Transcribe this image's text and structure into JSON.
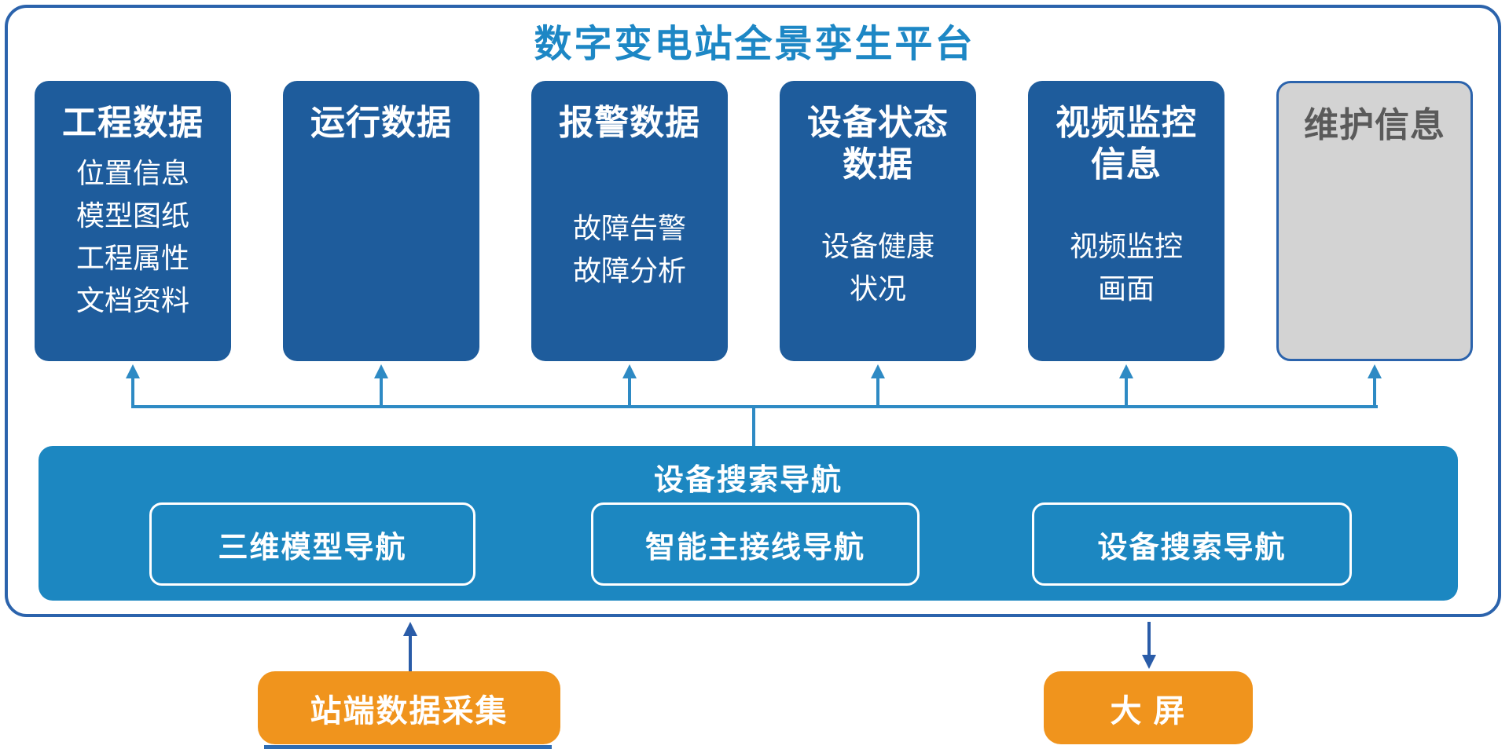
{
  "title": "数字变电站全景孪生平台",
  "cards": [
    {
      "title": "工程数据",
      "items": [
        "位置信息",
        "模型图纸",
        "工程属性",
        "文档资料"
      ]
    },
    {
      "title": "运行数据",
      "items": []
    },
    {
      "title": "报警数据",
      "items": [
        "故障告警",
        "故障分析"
      ]
    },
    {
      "title": "设备状态\n数据",
      "items": [
        "设备健康\n状况"
      ]
    },
    {
      "title": "视频监控\n信息",
      "items": [
        "视频监控\n画面"
      ]
    },
    {
      "title": "维护信息",
      "items": [],
      "state": "disabled"
    }
  ],
  "nav_bar": {
    "title": "设备搜索导航",
    "buttons": [
      "三维模型导航",
      "智能主接线导航",
      "设备搜索导航"
    ]
  },
  "bottom": {
    "source_box": "站端数据采集",
    "screen_box": "大  屏"
  },
  "colors": {
    "card_blue": "#1e5c9c",
    "nav_teal": "#1c87c1",
    "orange": "#f0941d",
    "title_blue": "#1d87c5",
    "connector_blue": "#2e8ac4",
    "bottom_arrow_blue": "#2a5ca8",
    "frame_border_blue": "#2b63ac",
    "disabled_gray": "#d3d3d3"
  }
}
